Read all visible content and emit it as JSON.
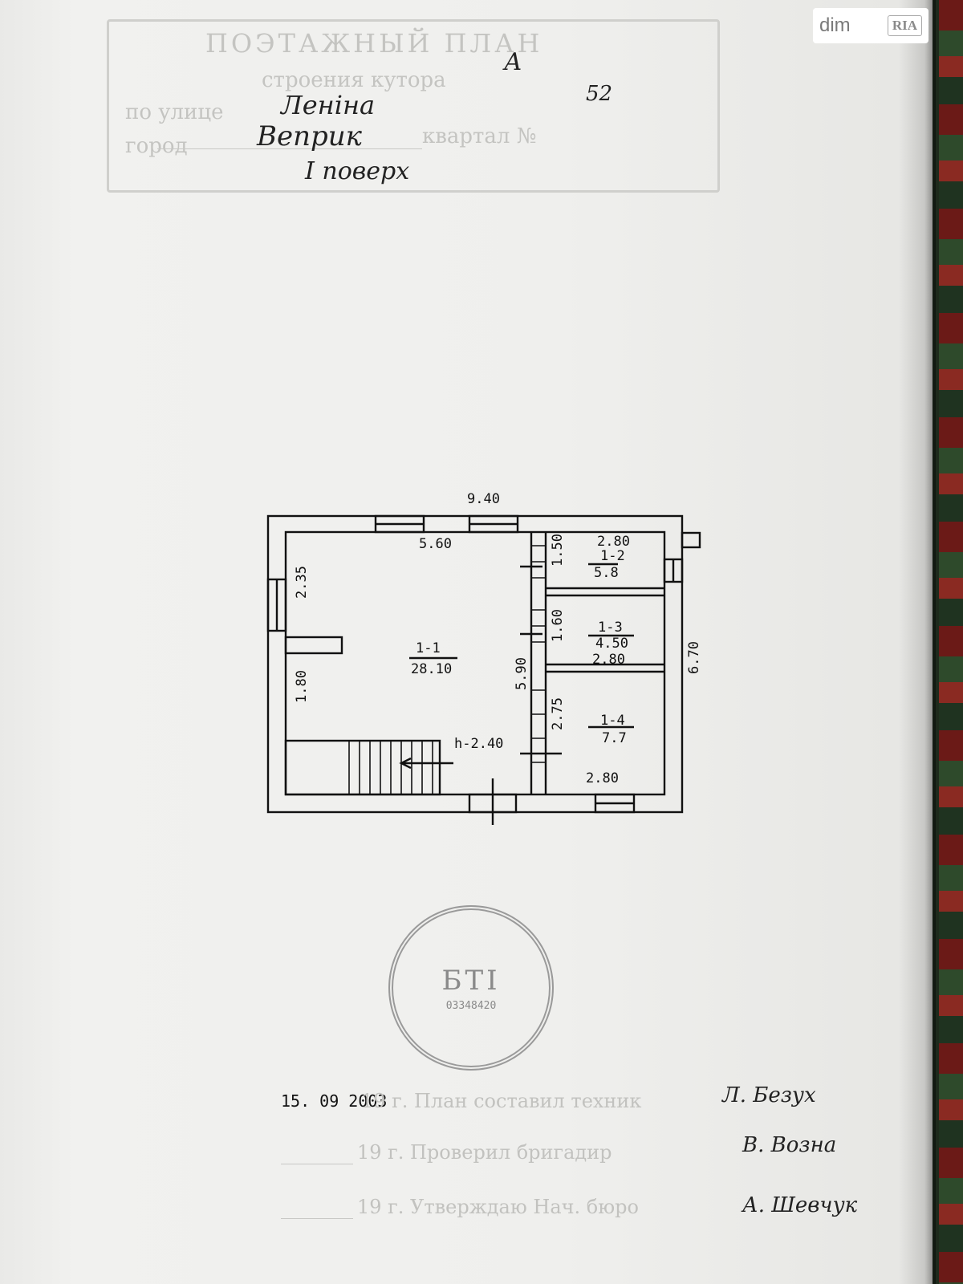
{
  "header": {
    "printed_title": "ПОЭТАЖНЫЙ ПЛАН",
    "printed_line_1": "строения кутора",
    "printed_line_2": "по улице",
    "printed_line_3": "город",
    "printed_line_4": "квартал №"
  },
  "handwritten": {
    "letter": "А",
    "street": "Леніна",
    "number": "52",
    "owner": "Веприк",
    "floor": "I поверх"
  },
  "watermark": {
    "brand": "dim",
    "mark": "RIA"
  },
  "plan": {
    "overall_width": "9.40",
    "overall_depth": "6.70",
    "wall_top_inner": "5.60",
    "left_upper": "2.35",
    "left_lower": "1.80",
    "center_height": "5.90",
    "stair_note": "h-2.40",
    "rooms": [
      {
        "code": "1-1",
        "area": "28.10"
      },
      {
        "code": "1-2",
        "area": "5.8",
        "dim_top": "2.80",
        "dim_side": "1.50"
      },
      {
        "code": "1-3",
        "area": "4.50",
        "dim_width": "2.80",
        "dim_side": "1.60"
      },
      {
        "code": "1-4",
        "area": "7.7",
        "dim_bottom": "2.80",
        "dim_side": "2.75"
      }
    ]
  },
  "seal": {
    "title": "БТІ",
    "code": "03348420"
  },
  "footer": {
    "date": "15. 09  2003",
    "line1_print": "19  г. План составил техник",
    "line1_sign": "Л. Безух",
    "line2_print": "19   г.  Проверил  бригадир",
    "line2_sign": "В. Возна",
    "line3_print": "19   г. Утверждаю Нач. бюро",
    "line3_sign": "А. Шевчук"
  }
}
